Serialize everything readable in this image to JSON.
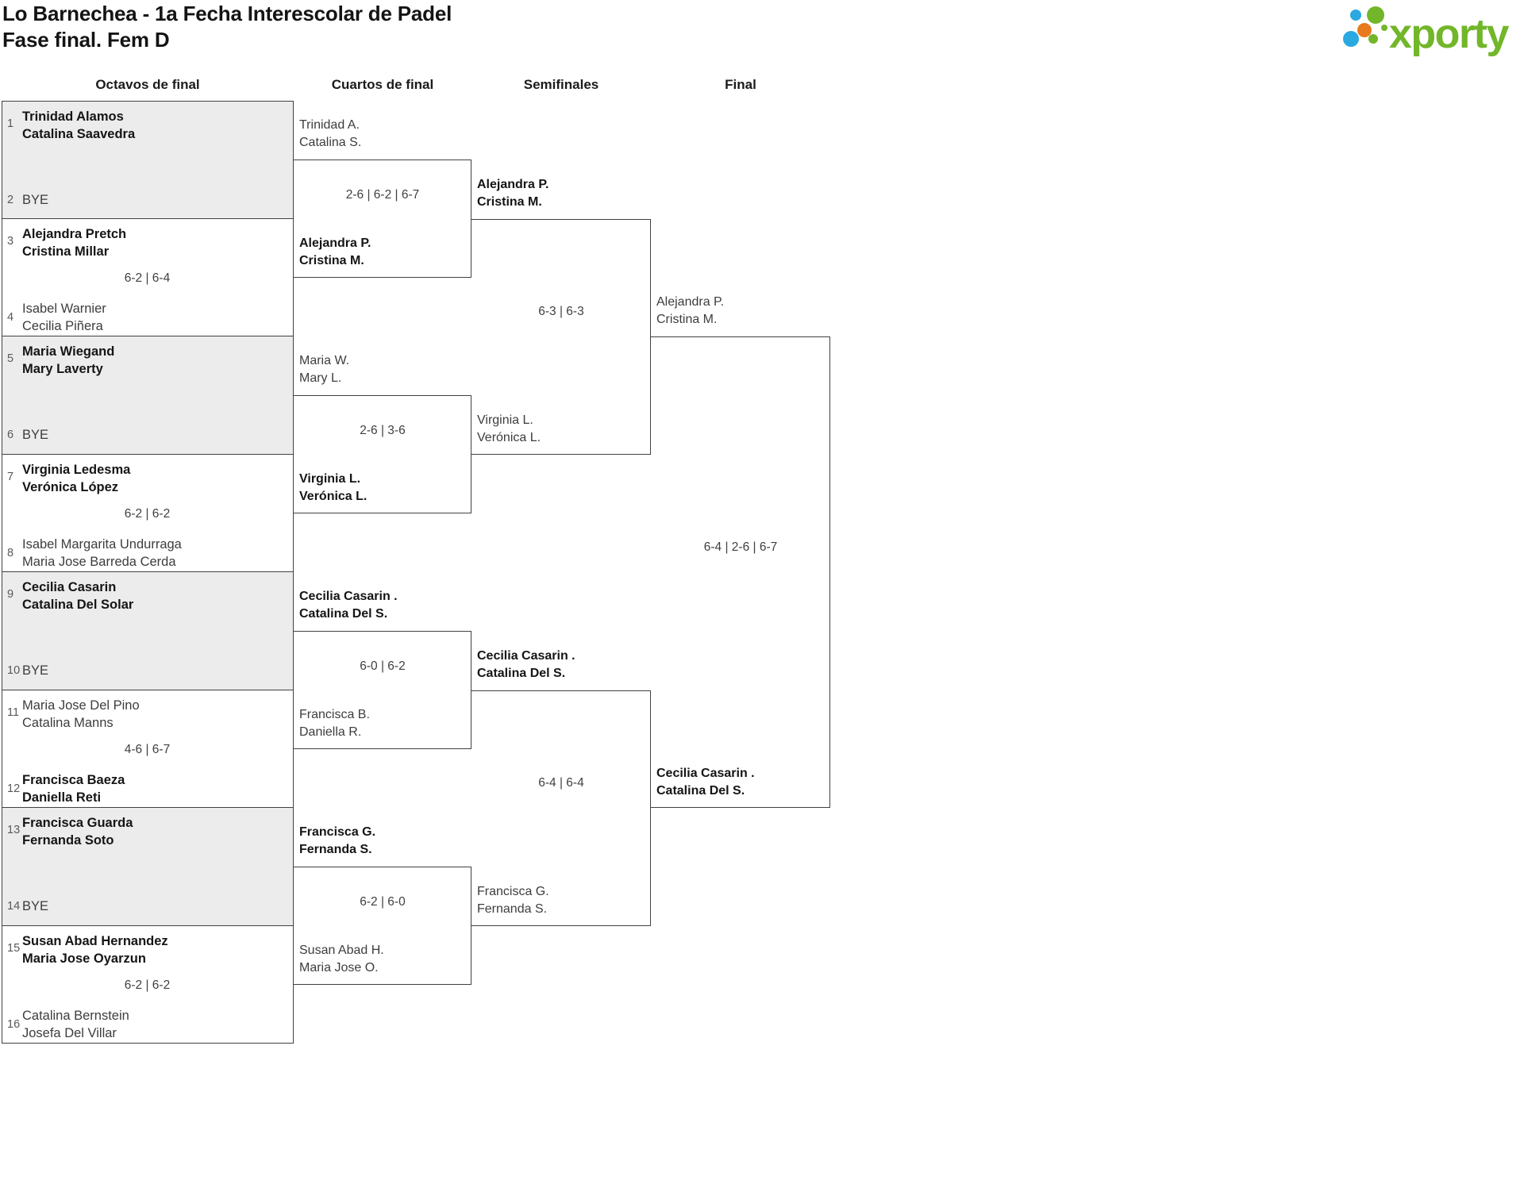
{
  "page": {
    "title_line1": "Lo Barnechea - 1a Fecha Interescolar de Padel",
    "title_line2": "Fase final. Fem D"
  },
  "logo": {
    "text": "xporty",
    "colors": {
      "green": "#72b62a",
      "blue": "#29a9e0",
      "orange": "#e8791d"
    }
  },
  "rounds": [
    {
      "label": "Octavos de final"
    },
    {
      "label": "Cuartos de final"
    },
    {
      "label": "Semifinales"
    },
    {
      "label": "Final"
    }
  ],
  "bracket": {
    "octavos": [
      {
        "shaded": true,
        "score": "",
        "slots": [
          {
            "seed": "1",
            "lines": [
              "Trinidad Alamos",
              "Catalina Saavedra"
            ],
            "winner": true,
            "bye": false
          },
          {
            "seed": "2",
            "lines": [
              "BYE"
            ],
            "winner": false,
            "bye": true
          }
        ]
      },
      {
        "shaded": false,
        "score": "6-2 | 6-4",
        "slots": [
          {
            "seed": "3",
            "lines": [
              "Alejandra Pretch",
              "Cristina Millar"
            ],
            "winner": true,
            "bye": false
          },
          {
            "seed": "4",
            "lines": [
              "Isabel Warnier",
              "Cecilia Piñera"
            ],
            "winner": false,
            "bye": false
          }
        ]
      },
      {
        "shaded": true,
        "score": "",
        "slots": [
          {
            "seed": "5",
            "lines": [
              "Maria Wiegand",
              "Mary Laverty"
            ],
            "winner": true,
            "bye": false
          },
          {
            "seed": "6",
            "lines": [
              "BYE"
            ],
            "winner": false,
            "bye": true
          }
        ]
      },
      {
        "shaded": false,
        "score": "6-2 | 6-2",
        "slots": [
          {
            "seed": "7",
            "lines": [
              "Virginia Ledesma",
              "Verónica López"
            ],
            "winner": true,
            "bye": false
          },
          {
            "seed": "8",
            "lines": [
              "Isabel Margarita Undurraga",
              "Maria Jose Barreda Cerda"
            ],
            "winner": false,
            "bye": false
          }
        ]
      },
      {
        "shaded": true,
        "score": "",
        "slots": [
          {
            "seed": "9",
            "lines": [
              "Cecilia Casarin",
              "Catalina Del Solar"
            ],
            "winner": true,
            "bye": false
          },
          {
            "seed": "10",
            "lines": [
              "BYE"
            ],
            "winner": false,
            "bye": true
          }
        ]
      },
      {
        "shaded": false,
        "score": "4-6 | 6-7",
        "slots": [
          {
            "seed": "11",
            "lines": [
              "Maria Jose Del Pino",
              "Catalina Manns"
            ],
            "winner": false,
            "bye": false
          },
          {
            "seed": "12",
            "lines": [
              "Francisca Baeza",
              "Daniella Reti"
            ],
            "winner": true,
            "bye": false
          }
        ]
      },
      {
        "shaded": true,
        "score": "",
        "slots": [
          {
            "seed": "13",
            "lines": [
              "Francisca Guarda",
              "Fernanda Soto"
            ],
            "winner": true,
            "bye": false
          },
          {
            "seed": "14",
            "lines": [
              "BYE"
            ],
            "winner": false,
            "bye": true
          }
        ]
      },
      {
        "shaded": false,
        "score": "6-2 | 6-2",
        "slots": [
          {
            "seed": "15",
            "lines": [
              "Susan Abad Hernandez",
              "Maria Jose Oyarzun"
            ],
            "winner": true,
            "bye": false
          },
          {
            "seed": "16",
            "lines": [
              "Catalina Bernstein",
              "Josefa Del Villar"
            ],
            "winner": false,
            "bye": false
          }
        ]
      }
    ],
    "cuartos": [
      {
        "score": "2-6 | 6-2 | 6-7",
        "slots": [
          {
            "lines": [
              "Trinidad A.",
              "Catalina S."
            ],
            "winner": false
          },
          {
            "lines": [
              "Alejandra P.",
              "Cristina M."
            ],
            "winner": true
          }
        ]
      },
      {
        "score": "2-6 | 3-6",
        "slots": [
          {
            "lines": [
              "Maria W.",
              "Mary L."
            ],
            "winner": false
          },
          {
            "lines": [
              "Virginia L.",
              "Verónica L."
            ],
            "winner": true
          }
        ]
      },
      {
        "score": "6-0 | 6-2",
        "slots": [
          {
            "lines": [
              "Cecilia Casarin .",
              "Catalina Del S."
            ],
            "winner": true
          },
          {
            "lines": [
              "Francisca B.",
              "Daniella R."
            ],
            "winner": false
          }
        ]
      },
      {
        "score": "6-2 | 6-0",
        "slots": [
          {
            "lines": [
              "Francisca G.",
              "Fernanda S."
            ],
            "winner": true
          },
          {
            "lines": [
              "Susan Abad H.",
              "Maria Jose O."
            ],
            "winner": false
          }
        ]
      }
    ],
    "semifinales": [
      {
        "score": "6-3 | 6-3",
        "slots": [
          {
            "lines": [
              "Alejandra P.",
              "Cristina M."
            ],
            "winner": true
          },
          {
            "lines": [
              "Virginia L.",
              "Verónica L."
            ],
            "winner": false
          }
        ]
      },
      {
        "score": "6-4 | 6-4",
        "slots": [
          {
            "lines": [
              "Cecilia Casarin .",
              "Catalina Del S."
            ],
            "winner": true
          },
          {
            "lines": [
              "Francisca G.",
              "Fernanda S."
            ],
            "winner": false
          }
        ]
      }
    ],
    "final": [
      {
        "score": "6-4 | 2-6 | 6-7",
        "slots": [
          {
            "lines": [
              "Alejandra P.",
              "Cristina M."
            ],
            "winner": false
          },
          {
            "lines": [
              "Cecilia Casarin .",
              "Catalina Del S."
            ],
            "winner": true
          }
        ]
      }
    ]
  }
}
